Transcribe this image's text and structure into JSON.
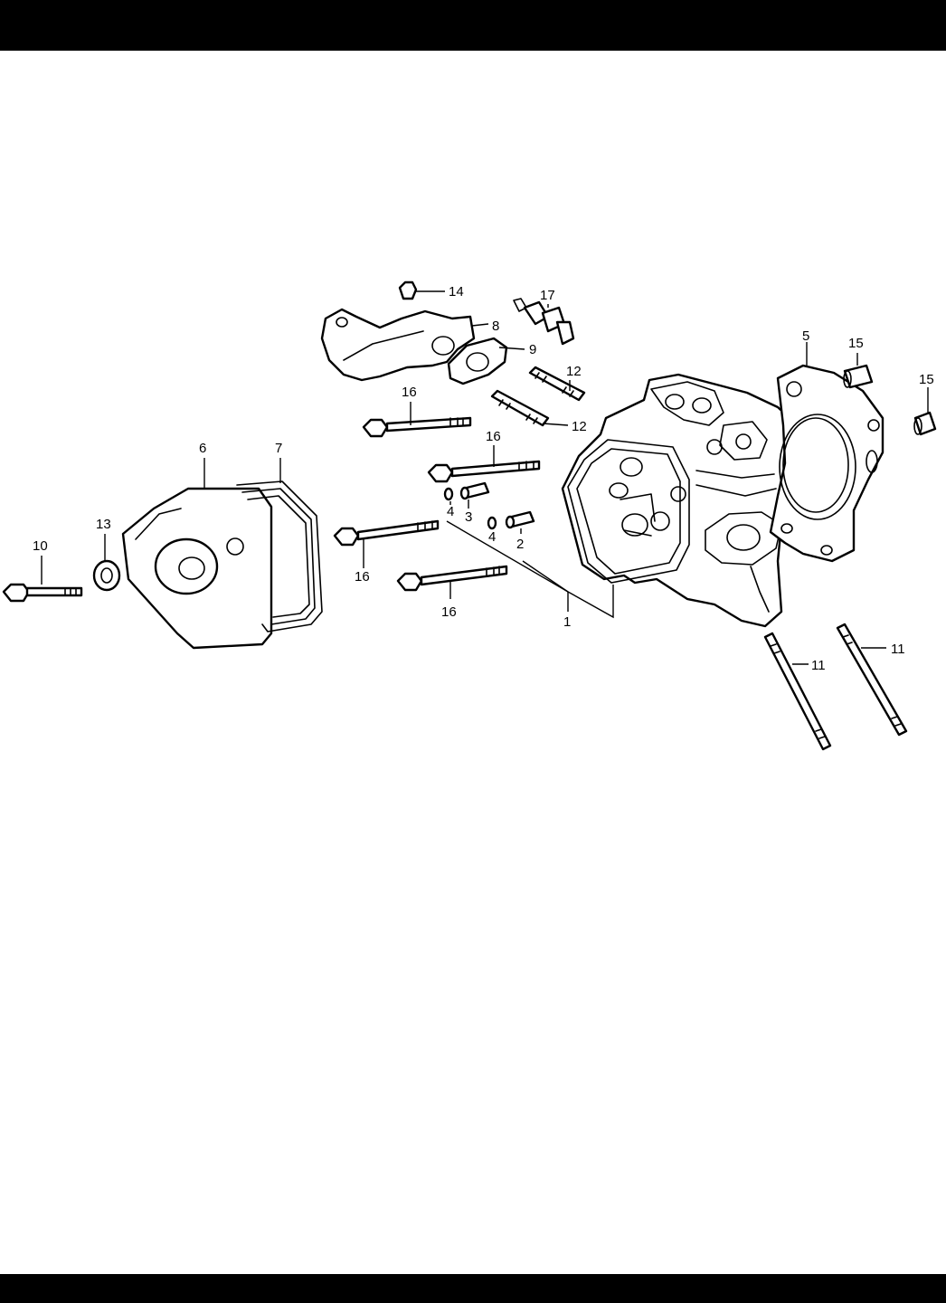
{
  "colors": {
    "background": "#ffffff",
    "band": "#000000",
    "ink": "#000000"
  },
  "callouts": {
    "c1": "1",
    "c2": "2",
    "c3": "3",
    "c4a": "4",
    "c4b": "4",
    "c5": "5",
    "c6": "6",
    "c7": "7",
    "c8": "8",
    "c9": "9",
    "c10": "10",
    "c11a": "11",
    "c11b": "11",
    "c12a": "12",
    "c12b": "12",
    "c13": "13",
    "c14": "14",
    "c15a": "15",
    "c15b": "15",
    "c16a": "16",
    "c16b": "16",
    "c16c": "16",
    "c16d": "16",
    "c17": "17"
  }
}
